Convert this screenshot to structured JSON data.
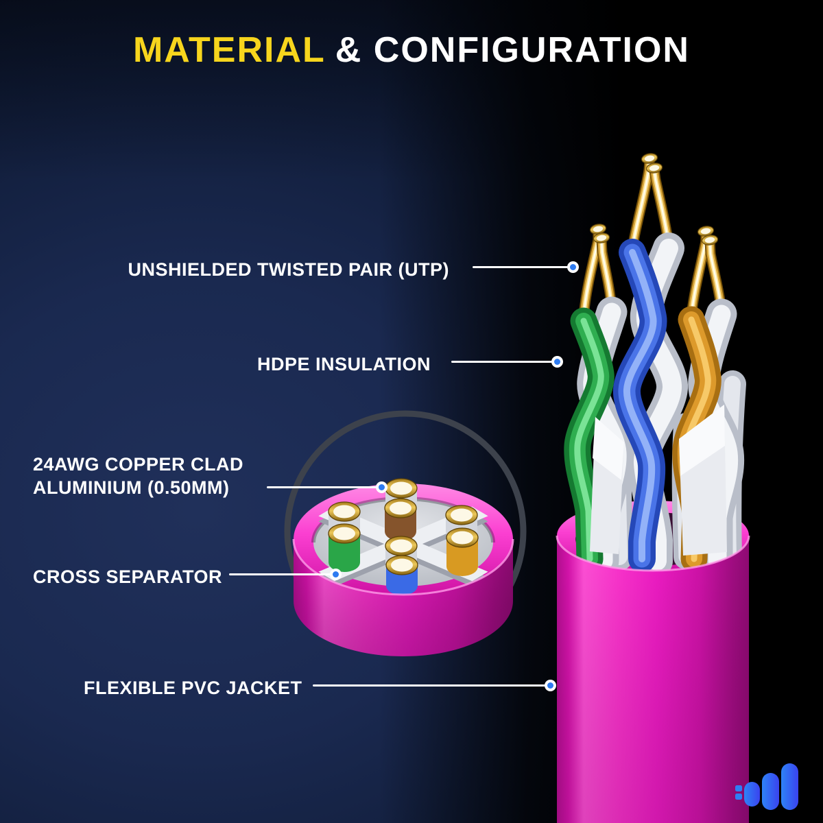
{
  "title": {
    "word_highlight": "MATERIAL",
    "word_rest": "& CONFIGURATION",
    "highlight_color": "#F7D51D",
    "text_color": "#FFFFFF"
  },
  "callouts": {
    "utp": {
      "label": "UNSHIELDED TWISTED PAIR (UTP)"
    },
    "hdpe": {
      "label": "HDPE INSULATION"
    },
    "awg": {
      "line1": "24AWG COPPER CLAD",
      "line2": "ALUMINIUM (0.50MM)"
    },
    "cross": {
      "label": "CROSS SEPARATOR"
    },
    "jacket": {
      "label": "FLEXIBLE PVC JACKET"
    }
  },
  "colors": {
    "callout_dot": "#2E7BF0",
    "jacket_pink": "#F21DC6",
    "copper_gold": "#D9A63C",
    "wire_blue": "#4A74E8",
    "wire_green": "#2FA646",
    "wire_orange": "#DD9A2B",
    "wire_brown": "#8B5A33",
    "wire_white": "#EDEFF3",
    "separator_gray": "#E8EAEE",
    "logo_blue": "#2F6CF3",
    "background_navy": "#1A2848"
  }
}
